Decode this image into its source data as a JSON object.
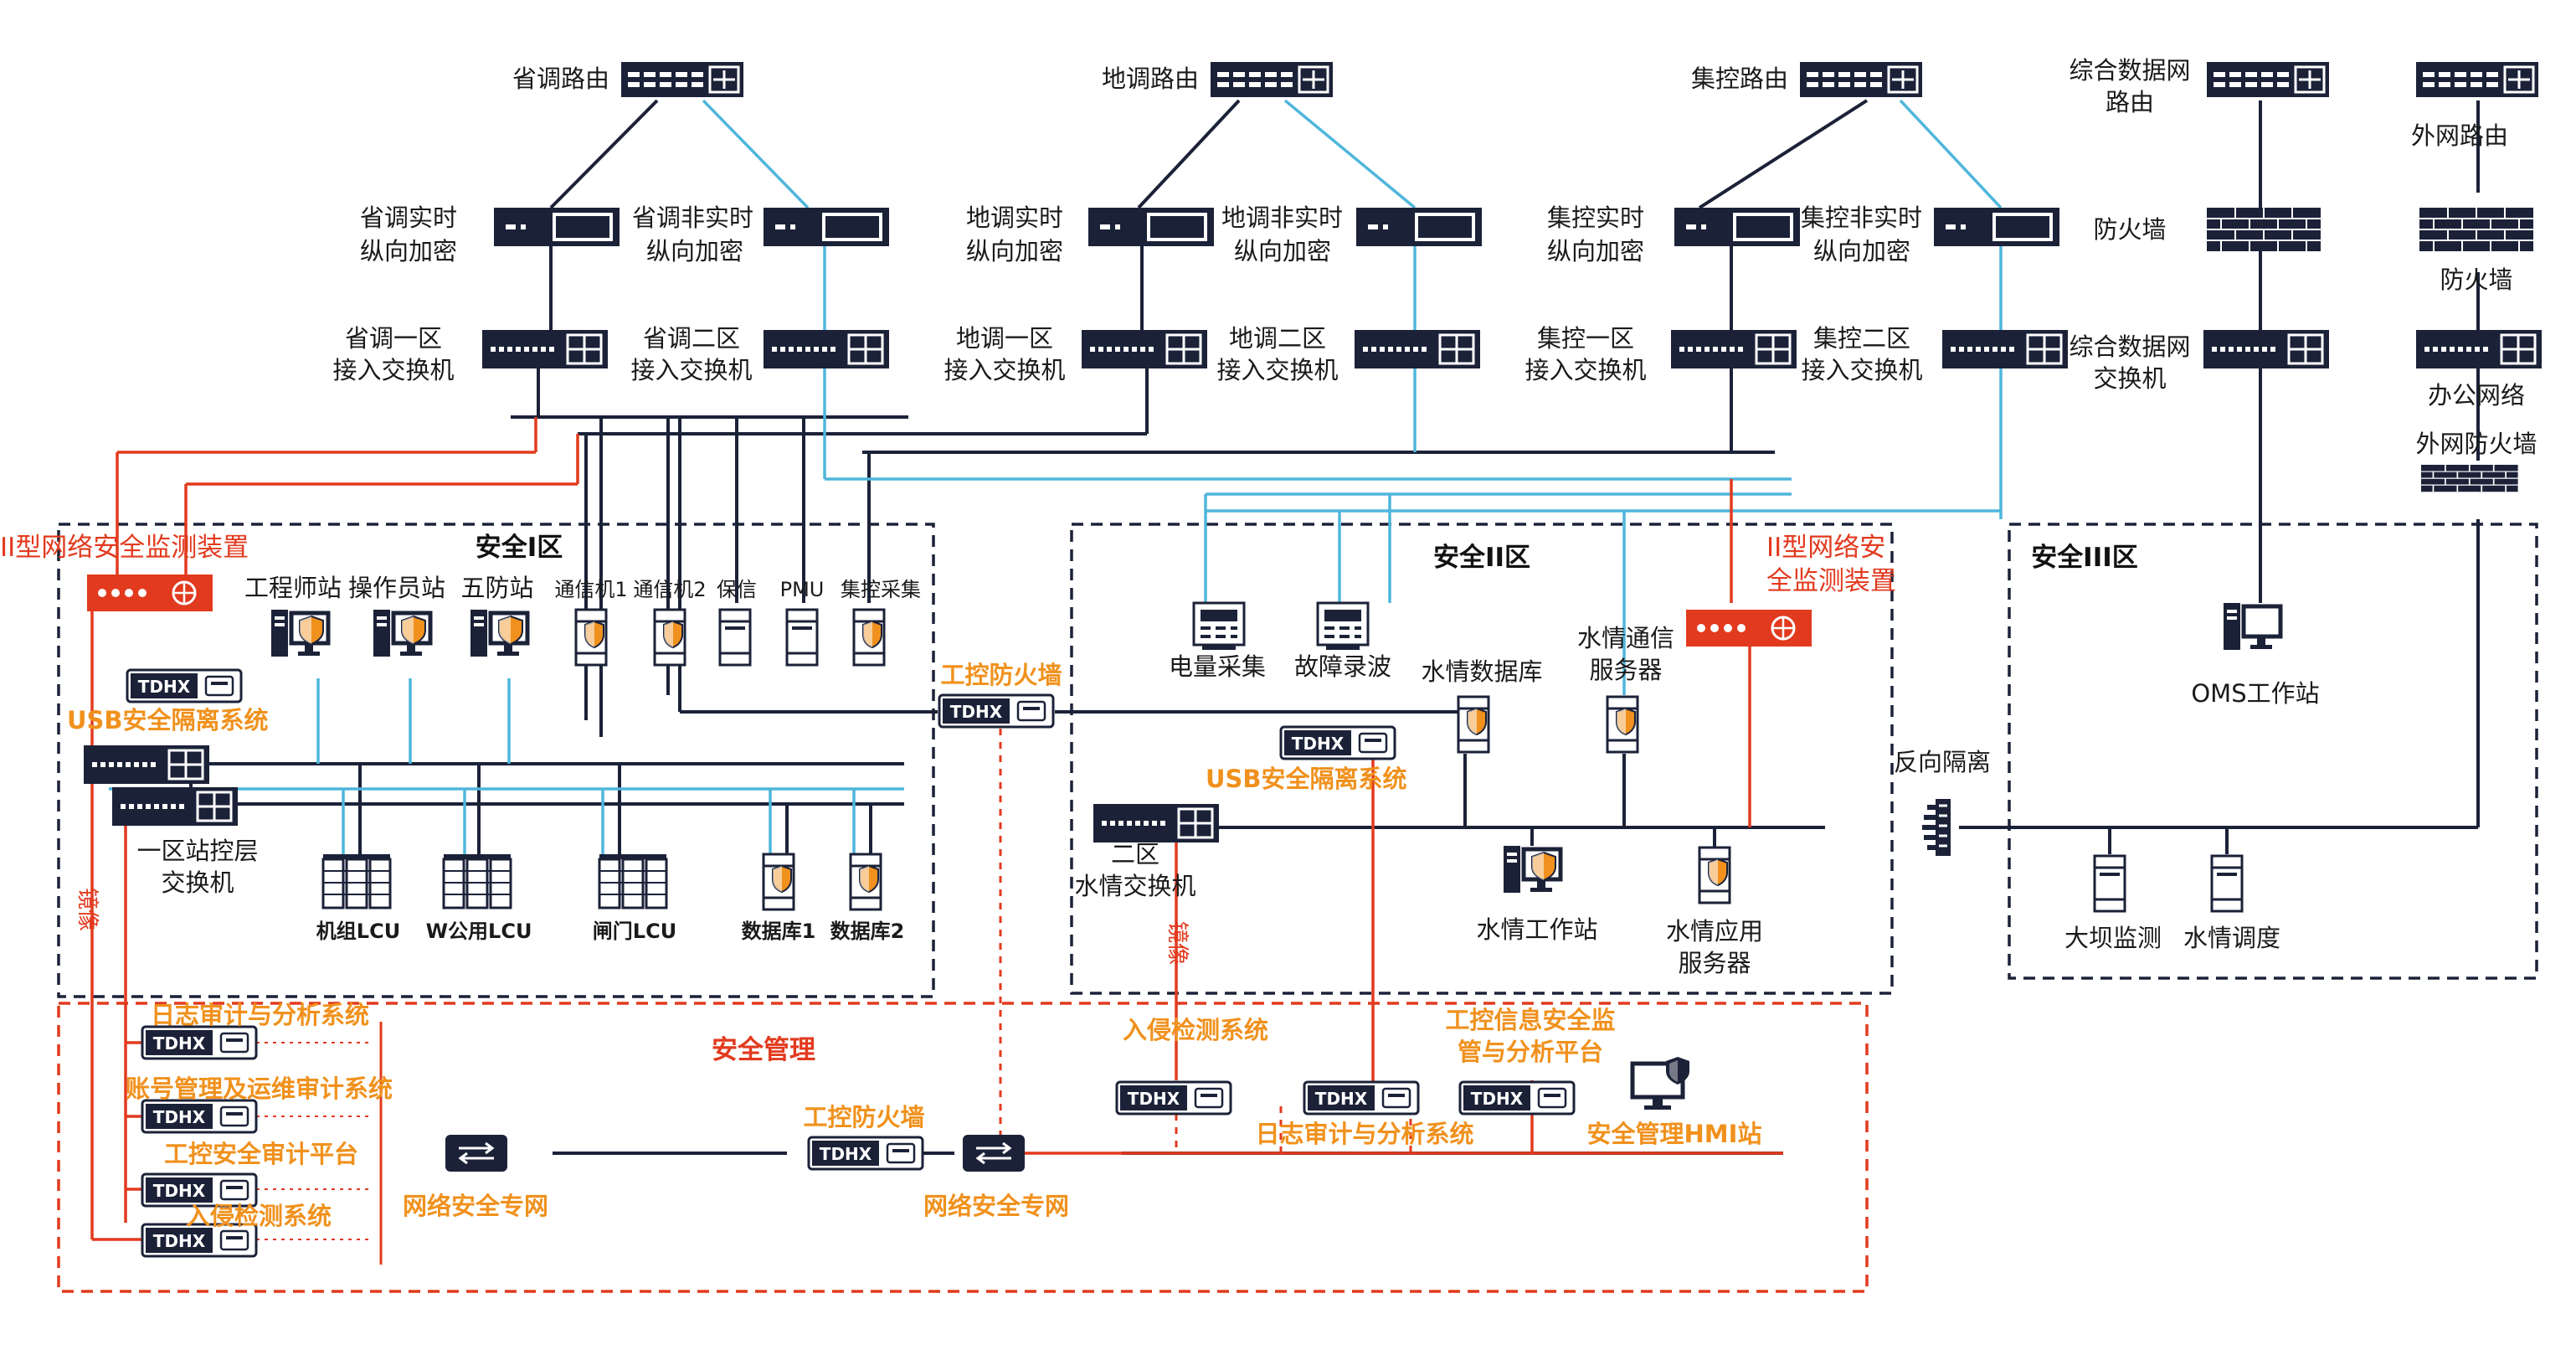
{
  "diagram": {
    "zones": {
      "zone1": "安全I区",
      "zone2": "安全II区",
      "zone3": "安全III区",
      "security_mgmt": "安全管理"
    },
    "top": {
      "prov_router": "省调路由",
      "local_router": "地调路由",
      "central_router": "集控路由",
      "integrated_router": [
        "综合数据网",
        "路由"
      ],
      "external_router": "外网路由",
      "prov_rt_crypto": [
        "省调实时",
        "纵向加密"
      ],
      "prov_nrt_crypto": [
        "省调非实时",
        "纵向加密"
      ],
      "local_rt_crypto": [
        "地调实时",
        "纵向加密"
      ],
      "local_nrt_crypto": [
        "地调非实时",
        "纵向加密"
      ],
      "central_rt_crypto": [
        "集控实时",
        "纵向加密"
      ],
      "central_nrt_crypto": [
        "集控非实时",
        "纵向加密"
      ],
      "firewall_a": "防火墙",
      "firewall_b": "防火墙",
      "prov_zone1_switch": [
        "省调一区",
        "接入交换机"
      ],
      "prov_zone2_switch": [
        "省调二区",
        "接入交换机"
      ],
      "local_zone1_switch": [
        "地调一区",
        "接入交换机"
      ],
      "local_zone2_switch": [
        "地调二区",
        "接入交换机"
      ],
      "central_zone1_switch": [
        "集控一区",
        "接入交换机"
      ],
      "central_zone2_switch": [
        "集控二区",
        "接入交换机"
      ],
      "integrated_switch": [
        "综合数据网",
        "交换机"
      ],
      "office_network": "办公网络",
      "external_firewall": "外网防火墙"
    },
    "zone1": {
      "monitor_device": "II型网络安全监测装置",
      "usb_isolation": "USB安全隔离系统",
      "stations": [
        "工程师站",
        "操作员站",
        "五防站",
        "通信机1",
        "通信机2",
        "保信",
        "PMU",
        "集控采集"
      ],
      "station_switch": [
        "一区站控层",
        "交换机"
      ],
      "lcus": [
        "机组LCU",
        "W公用LCU",
        "闸门LCU",
        "数据库1",
        "数据库2"
      ],
      "mirror": "镜像"
    },
    "zone2": {
      "industrial_firewall": "工控防火墙",
      "meter": "电量采集",
      "fault_recorder": "故障录波",
      "hydro_db": "水情数据库",
      "hydro_comm": [
        "水情通信",
        "服务器"
      ],
      "monitor_device": [
        "II型网络安",
        "全监测装置"
      ],
      "usb_isolation": "USB安全隔离系统",
      "hydro_switch": [
        "二区",
        "水情交换机"
      ],
      "hydro_workstation": "水情工作站",
      "hydro_app": [
        "水情应用",
        "服务器"
      ],
      "mirror": "镜像"
    },
    "zone3": {
      "reverse_isolation": "反向隔离",
      "oms": "OMS工作站",
      "dam": "大坝监测",
      "dispatch": "水情调度"
    },
    "mgmt": {
      "log_audit_1": "日志审计与分析系统",
      "account_mgmt": "账号管理及运维审计系统",
      "ics_audit": "工控安全审计平台",
      "ids_1": "入侵检测系统",
      "net_1": "网络安全专网",
      "firewall": "工控防火墙",
      "net_2": "网络安全专网",
      "ids_2": "入侵检测系统",
      "ics_platform": [
        "工控信息安全监",
        "管与分析平台"
      ],
      "log_audit_2": "日志审计与分析系统",
      "hmi": "安全管理HMI站"
    },
    "brand": "TDHX"
  },
  "colors": {
    "navy": "#1b2238",
    "cyan": "#4fb6dc",
    "red": "#e23a1e",
    "orange": "#f0911d"
  }
}
